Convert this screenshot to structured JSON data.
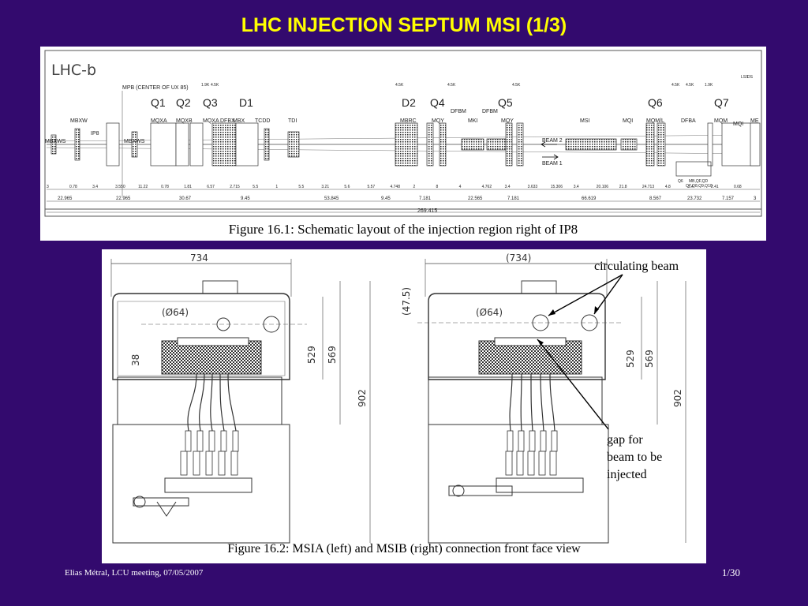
{
  "title": "LHC INJECTION SEPTUM MSI (1/3)",
  "figure1": {
    "caption": "Figure 16.1: Schematic layout of the injection region right of IP8",
    "corner_label": "LHC-b",
    "magnet_labels": [
      "Q1",
      "Q2",
      "Q3",
      "D1",
      "D2",
      "Q4",
      "Q5",
      "Q6",
      "Q7"
    ],
    "element_labels": [
      "MBXWS",
      "MBXW",
      "IP8",
      "MBXWS",
      "MQXA",
      "MQXB",
      "MQXA",
      "DFBX",
      "MBX",
      "TCDD",
      "TDI",
      "MBRC",
      "MQY",
      "DFBM",
      "MKI",
      "DFBM",
      "MQY",
      "MSI",
      "MQI",
      "MQM/L",
      "DFBA",
      "MQM",
      "MQI",
      "ME"
    ],
    "top_labels": [
      "MPB (CENTER OF UX 85)",
      "1.9K",
      "4.5K",
      "4.5K",
      "4.5K",
      "4.5K",
      "4.5K",
      "4.5K",
      "1.9K",
      "LSS",
      "DS"
    ],
    "beam_labels": [
      "BEAM 2",
      "BEAM 1"
    ],
    "dims_row1": [
      "3",
      "0.78",
      "3.4",
      "3.550",
      "11.22",
      "0.78",
      "1.81",
      "6.57",
      "2.715",
      "5.5",
      "1",
      "5.5",
      "3.21",
      "5.6",
      "5.57",
      "4.748",
      "2",
      "8",
      "4",
      "4.762",
      "3.4",
      "3.633",
      "15.306",
      "3.4",
      "20.106",
      "21.8",
      "24.713",
      "4.8",
      "3.4",
      "2.41",
      "0.68"
    ],
    "dims_row2": [
      "22.965",
      "22.965",
      "30.67",
      "9.45",
      "53.845",
      "9.45",
      "7.181",
      "22.565",
      "7.181",
      "66.619",
      "8.567",
      "23.732",
      "7.157",
      "3"
    ],
    "total": "269.415",
    "box_labels": [
      "Q6",
      "MB,QF,QD",
      "Q7,Q8,Q9,Q10"
    ]
  },
  "figure2": {
    "caption": "Figure 16.2: MSIA (left) and MSIB (right) connection front face view",
    "left": {
      "width": "734",
      "diameter": "(Ø64)",
      "d38": "38",
      "d529": "529",
      "d569": "569",
      "d902": "902"
    },
    "right": {
      "width": "(734)",
      "diameter": "(Ø64)",
      "d475": "(47.5)",
      "d529": "529",
      "d569": "569",
      "d902": "902"
    },
    "annotations": {
      "circulating": "circulating beam",
      "gap_line1": "gap for",
      "gap_line2": "beam to be",
      "gap_line3": "injected"
    }
  },
  "footer": {
    "author": "Elias Métral, LCU meeting, 07/05/2007",
    "page": "1/30"
  }
}
